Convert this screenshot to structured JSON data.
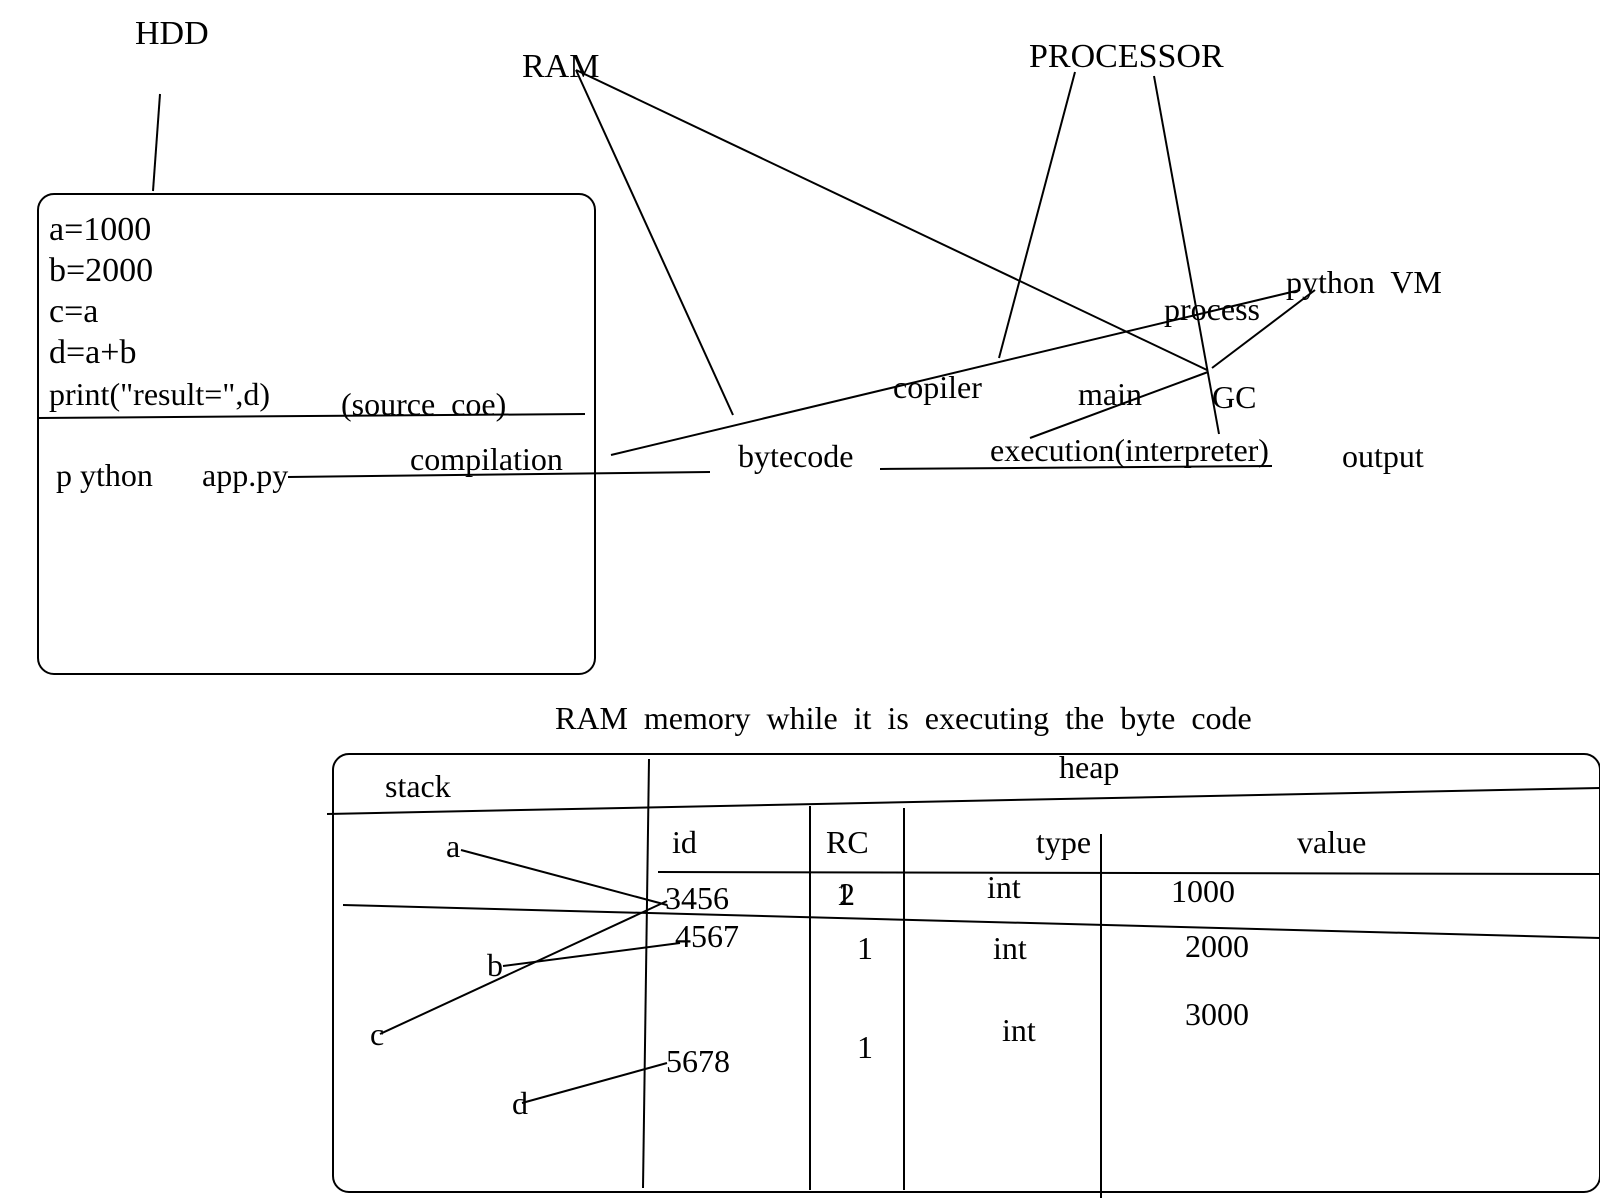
{
  "hdd": {
    "label": "HDD",
    "code_lines": [
      "a=1000",
      "b=2000",
      "c=a",
      "d=a+b",
      "print(\"result=\",d)"
    ],
    "source_note": "(source  coe)",
    "command_python": "p ython",
    "command_file": "app.py"
  },
  "flow": {
    "ram_label": "RAM",
    "processor_label": "PROCESSOR",
    "compilation": "compilation",
    "bytecode": "bytecode",
    "copiler": "copiler",
    "main": "main",
    "gc": "GC",
    "process": "process",
    "python_vm": "python  VM",
    "execution": "execution(interpreter)",
    "output": "output"
  },
  "memory": {
    "title": "RAM  memory  while  it  is  executing  the  byte  code",
    "stack_label": "stack",
    "heap_label": "heap",
    "stack_vars": [
      "a",
      "b",
      "c",
      "d"
    ],
    "headers": {
      "id": "id",
      "rc": "RC",
      "type": "type",
      "value": "value"
    },
    "rows": [
      {
        "id": "3456",
        "rc": "2",
        "rc_overwritten": "1",
        "type": "int",
        "value": "1000"
      },
      {
        "id": "4567",
        "rc": "1",
        "type": "int",
        "value": "2000"
      },
      {
        "id": "5678",
        "rc": "1",
        "type": "int",
        "value": "3000"
      }
    ]
  }
}
